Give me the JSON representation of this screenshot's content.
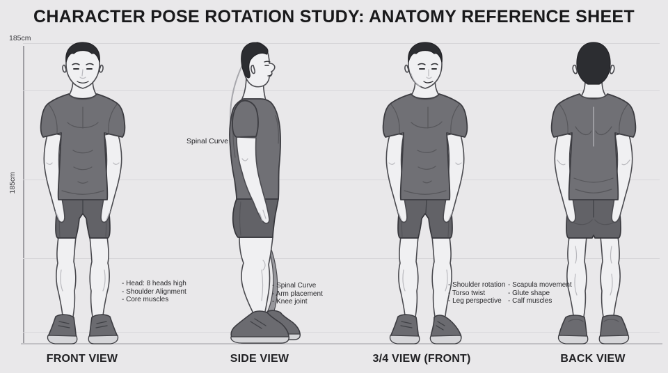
{
  "title": "CHARACTER POSE ROTATION STUDY: ANATOMY REFERENCE SHEET",
  "measurements": {
    "height_top": "185cm",
    "height_side": "185cm"
  },
  "inline_labels": {
    "spinal_curve": "Spinal Curve"
  },
  "views": [
    {
      "label": "FRONT VIEW",
      "notes": [
        "- Head: 8 heads high",
        "- Shoulder Alignment",
        "- Core muscles"
      ]
    },
    {
      "label": "SIDE VIEW",
      "notes": [
        "- Spinal Curve",
        "- Arm placement",
        "- Knee joint"
      ]
    },
    {
      "label": "3/4 VIEW (FRONT)",
      "notes": [
        "- Shoulder rotation",
        "- Torso twist",
        "- Leg perspective"
      ],
      "notes2": [
        "- Scapula movement",
        "- Glute shape",
        "- Calf muscles"
      ]
    },
    {
      "label": "BACK VIEW",
      "notes": []
    }
  ],
  "colors": {
    "background": "#e9e8ea",
    "shirt": "#707075",
    "shorts": "#626267",
    "skin": "#f0f0f2",
    "hair": "#2c2d31",
    "shoe": "#6b6b70",
    "sole": "#d6d6d9",
    "outline": "#3c3c41",
    "gridline": "#d7d6d9",
    "text": "#19191b"
  }
}
